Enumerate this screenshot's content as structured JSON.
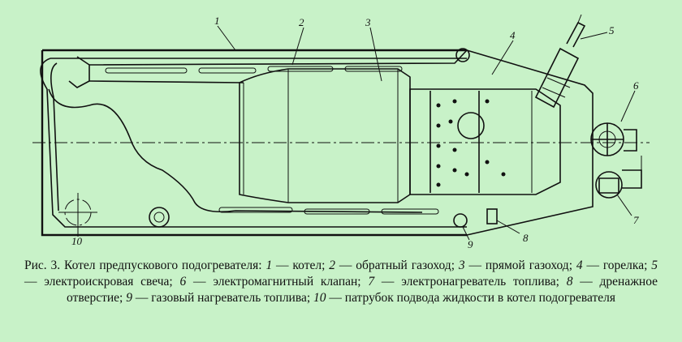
{
  "figure": {
    "callouts": [
      "1",
      "2",
      "3",
      "4",
      "5",
      "6",
      "7",
      "8",
      "9",
      "10"
    ],
    "caption": {
      "lead": "Рис. 3. Котел предпускового подогревателя: ",
      "items": [
        {
          "num": "1",
          "text": " — котел; "
        },
        {
          "num": "2",
          "text": " — обратный газоход; "
        },
        {
          "num": "3",
          "text": " — прямой газоход; "
        },
        {
          "num": "4",
          "text": " — горелка; "
        },
        {
          "num": "5",
          "text": " — электроискровая свеча; "
        },
        {
          "num": "6",
          "text": " — электромагнитный клапан; "
        },
        {
          "num": "7",
          "text": " — электронагреватель топлива; "
        },
        {
          "num": "8",
          "text": " — дренажное отверстие; "
        },
        {
          "num": "9",
          "text": " — газовый нагреватель топлива; "
        },
        {
          "num": "10",
          "text": " — патрубок подвода жидкости в котел подогревателя"
        }
      ]
    }
  }
}
